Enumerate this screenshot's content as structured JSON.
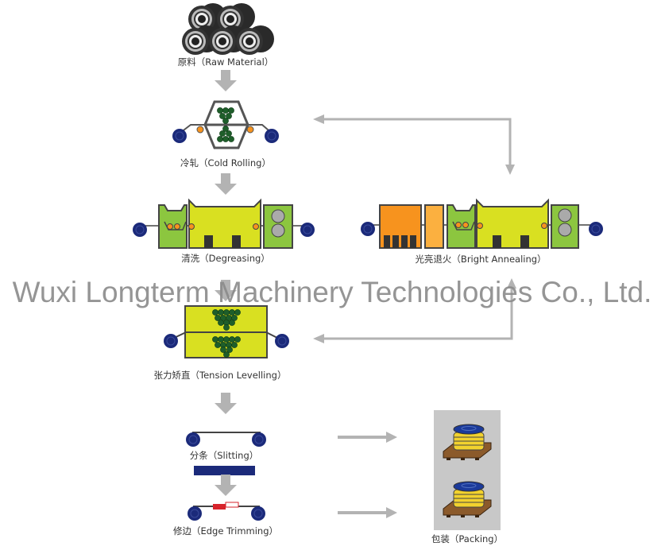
{
  "watermark": "Wuxi Longterm Machinery Technologies Co., Ltd.",
  "steps": {
    "raw_material": "原料（Raw Material）",
    "cold_rolling": "冷轧（Cold Rolling）",
    "degreasing": "清洗（Degreasing）",
    "bright_annealing": "光亮退火（Bright Annealing）",
    "tension_levelling": "张力矫直（Tension Levelling）",
    "slitting": "分条（Slitting）",
    "edge_trimming": "修边（Edge Trimming）",
    "packing": "包装（Packing）"
  },
  "colors": {
    "arrow": "#b3b3b3",
    "yellow_green": "#d9e021",
    "green": "#8cc63f",
    "orange": "#f7931e",
    "light_orange": "#fbb040",
    "roller_blue": "#1b2a7a",
    "ball_green": "#1e5e2a",
    "packing_bg": "#c8c8c8"
  }
}
